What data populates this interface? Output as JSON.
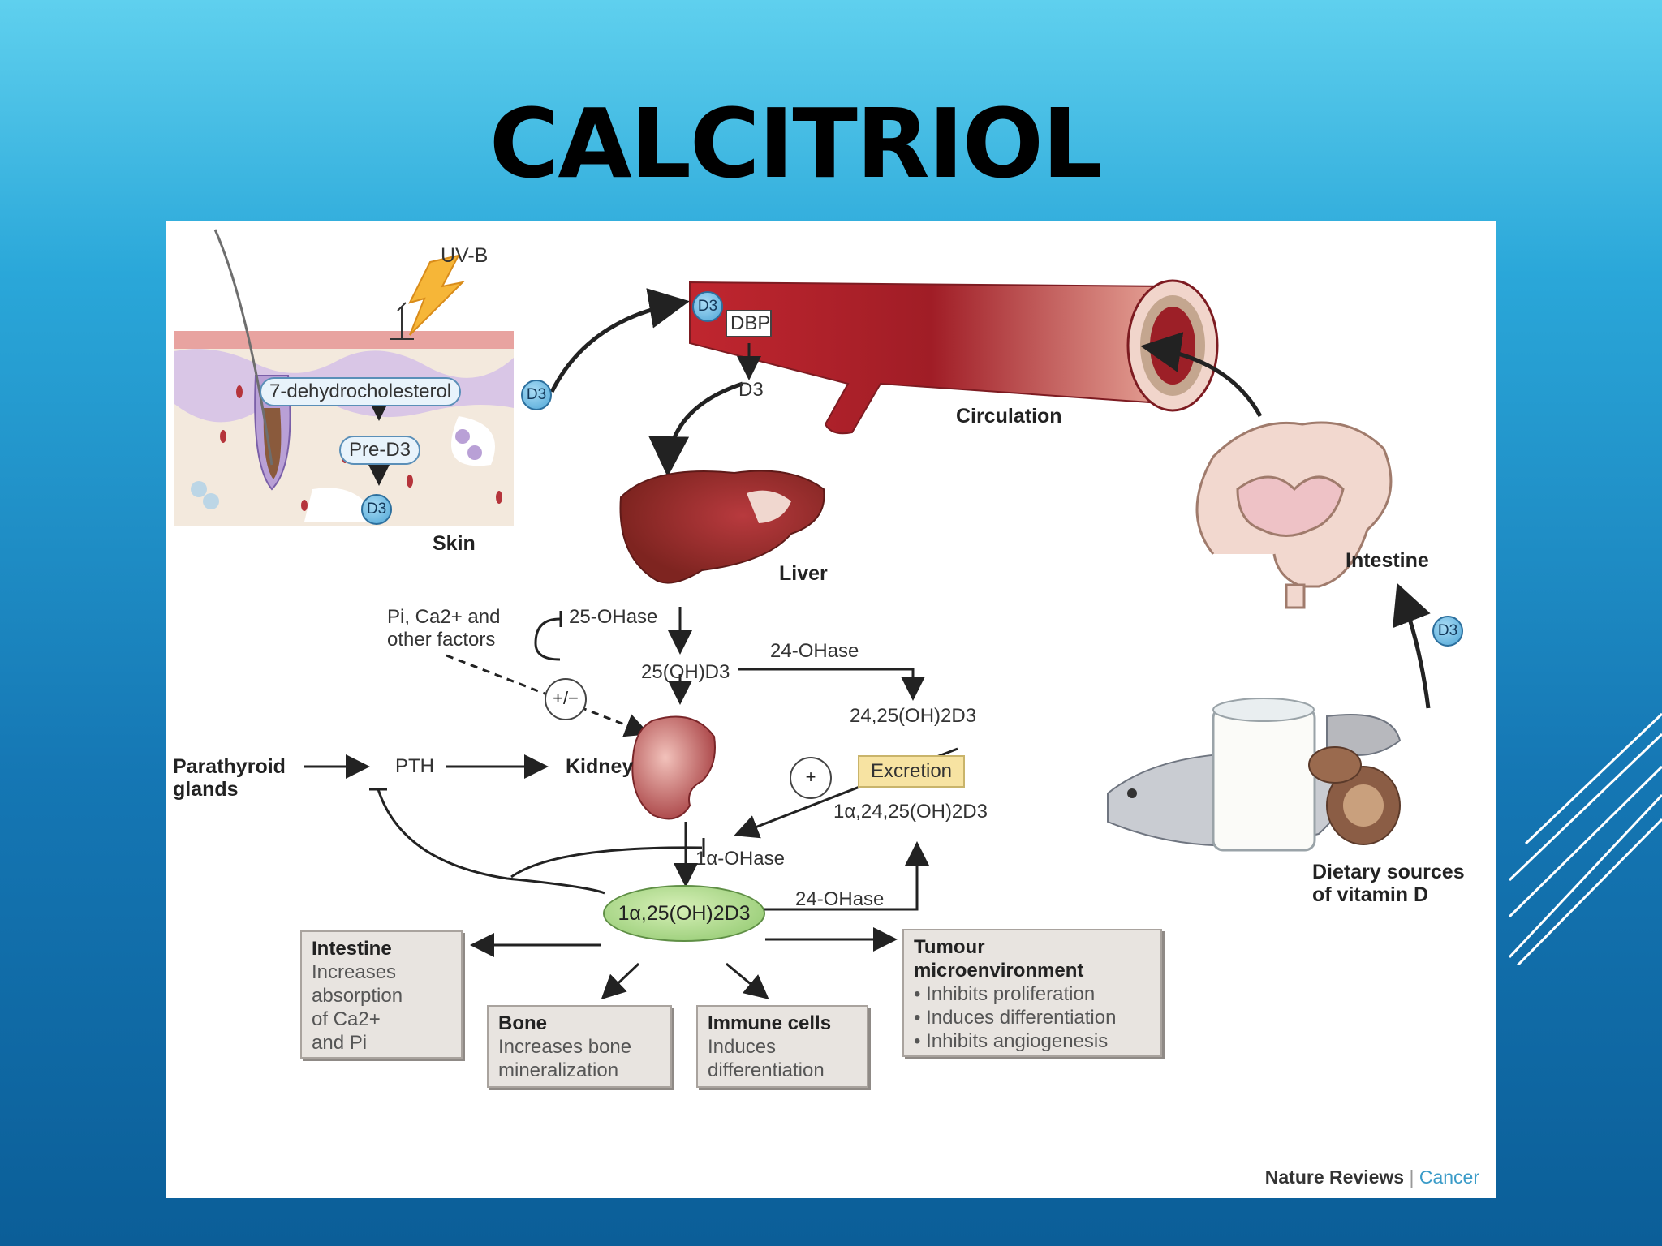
{
  "title": "CALCITRIOL",
  "colors": {
    "background_top": "#5fd0ee",
    "background_bottom": "#0b5e98",
    "panel": "#ffffff",
    "accent_blue": "#4fa6d6",
    "blood_red": "#b5343b"
  },
  "skin": {
    "uvb": "UV-B",
    "dehydro": "7-dehydrocholesterol",
    "pre_d3": "Pre-D3",
    "d3": "D3",
    "label": "Skin"
  },
  "circulation": {
    "d3_ball": "D3",
    "dbp": "DBP",
    "d3_out": "D3",
    "label": "Circulation",
    "d3_from_skin": "D3"
  },
  "liver": {
    "label": "Liver",
    "enzyme": "25-OHase",
    "product": "25(OH)D3"
  },
  "factors": {
    "line1": "Pi, Ca2+ and",
    "line2": "other factors",
    "modulate": "+/−"
  },
  "kidney": {
    "label": "Kidney",
    "enzyme": "1α-OHase"
  },
  "parathyroid": {
    "line1": "Parathyroid",
    "line2": "glands",
    "pth": "PTH"
  },
  "catabolism": {
    "enzyme_top": "24-OHase",
    "product_24": "24,25(OH)2D3",
    "excretion": "Excretion",
    "product_1a24": "1α,24,25(OH)2D3",
    "enzyme_bottom": "24-OHase",
    "plus": "+"
  },
  "calcitriol": "1α,25(OH)2D3",
  "intestine_uptake": {
    "label": "Intestine",
    "d3": "D3",
    "diet_line1": "Dietary sources",
    "diet_line2": "of vitamin D"
  },
  "targets": {
    "intestine": {
      "heading": "Intestine",
      "lines": [
        "Increases",
        "absorption",
        "of Ca2+",
        "and Pi"
      ]
    },
    "bone": {
      "heading": "Bone",
      "lines": [
        "Increases bone",
        "mineralization"
      ]
    },
    "immune": {
      "heading": "Immune cells",
      "lines": [
        "Induces",
        "differentiation"
      ]
    },
    "tumour": {
      "heading1": "Tumour",
      "heading2": "microenvironment",
      "lines": [
        "• Inhibits proliferation",
        "• Induces differentiation",
        "• Inhibits angiogenesis"
      ]
    }
  },
  "credit": {
    "journal_name": "Nature Reviews",
    "separator": "|",
    "section": "Cancer"
  }
}
